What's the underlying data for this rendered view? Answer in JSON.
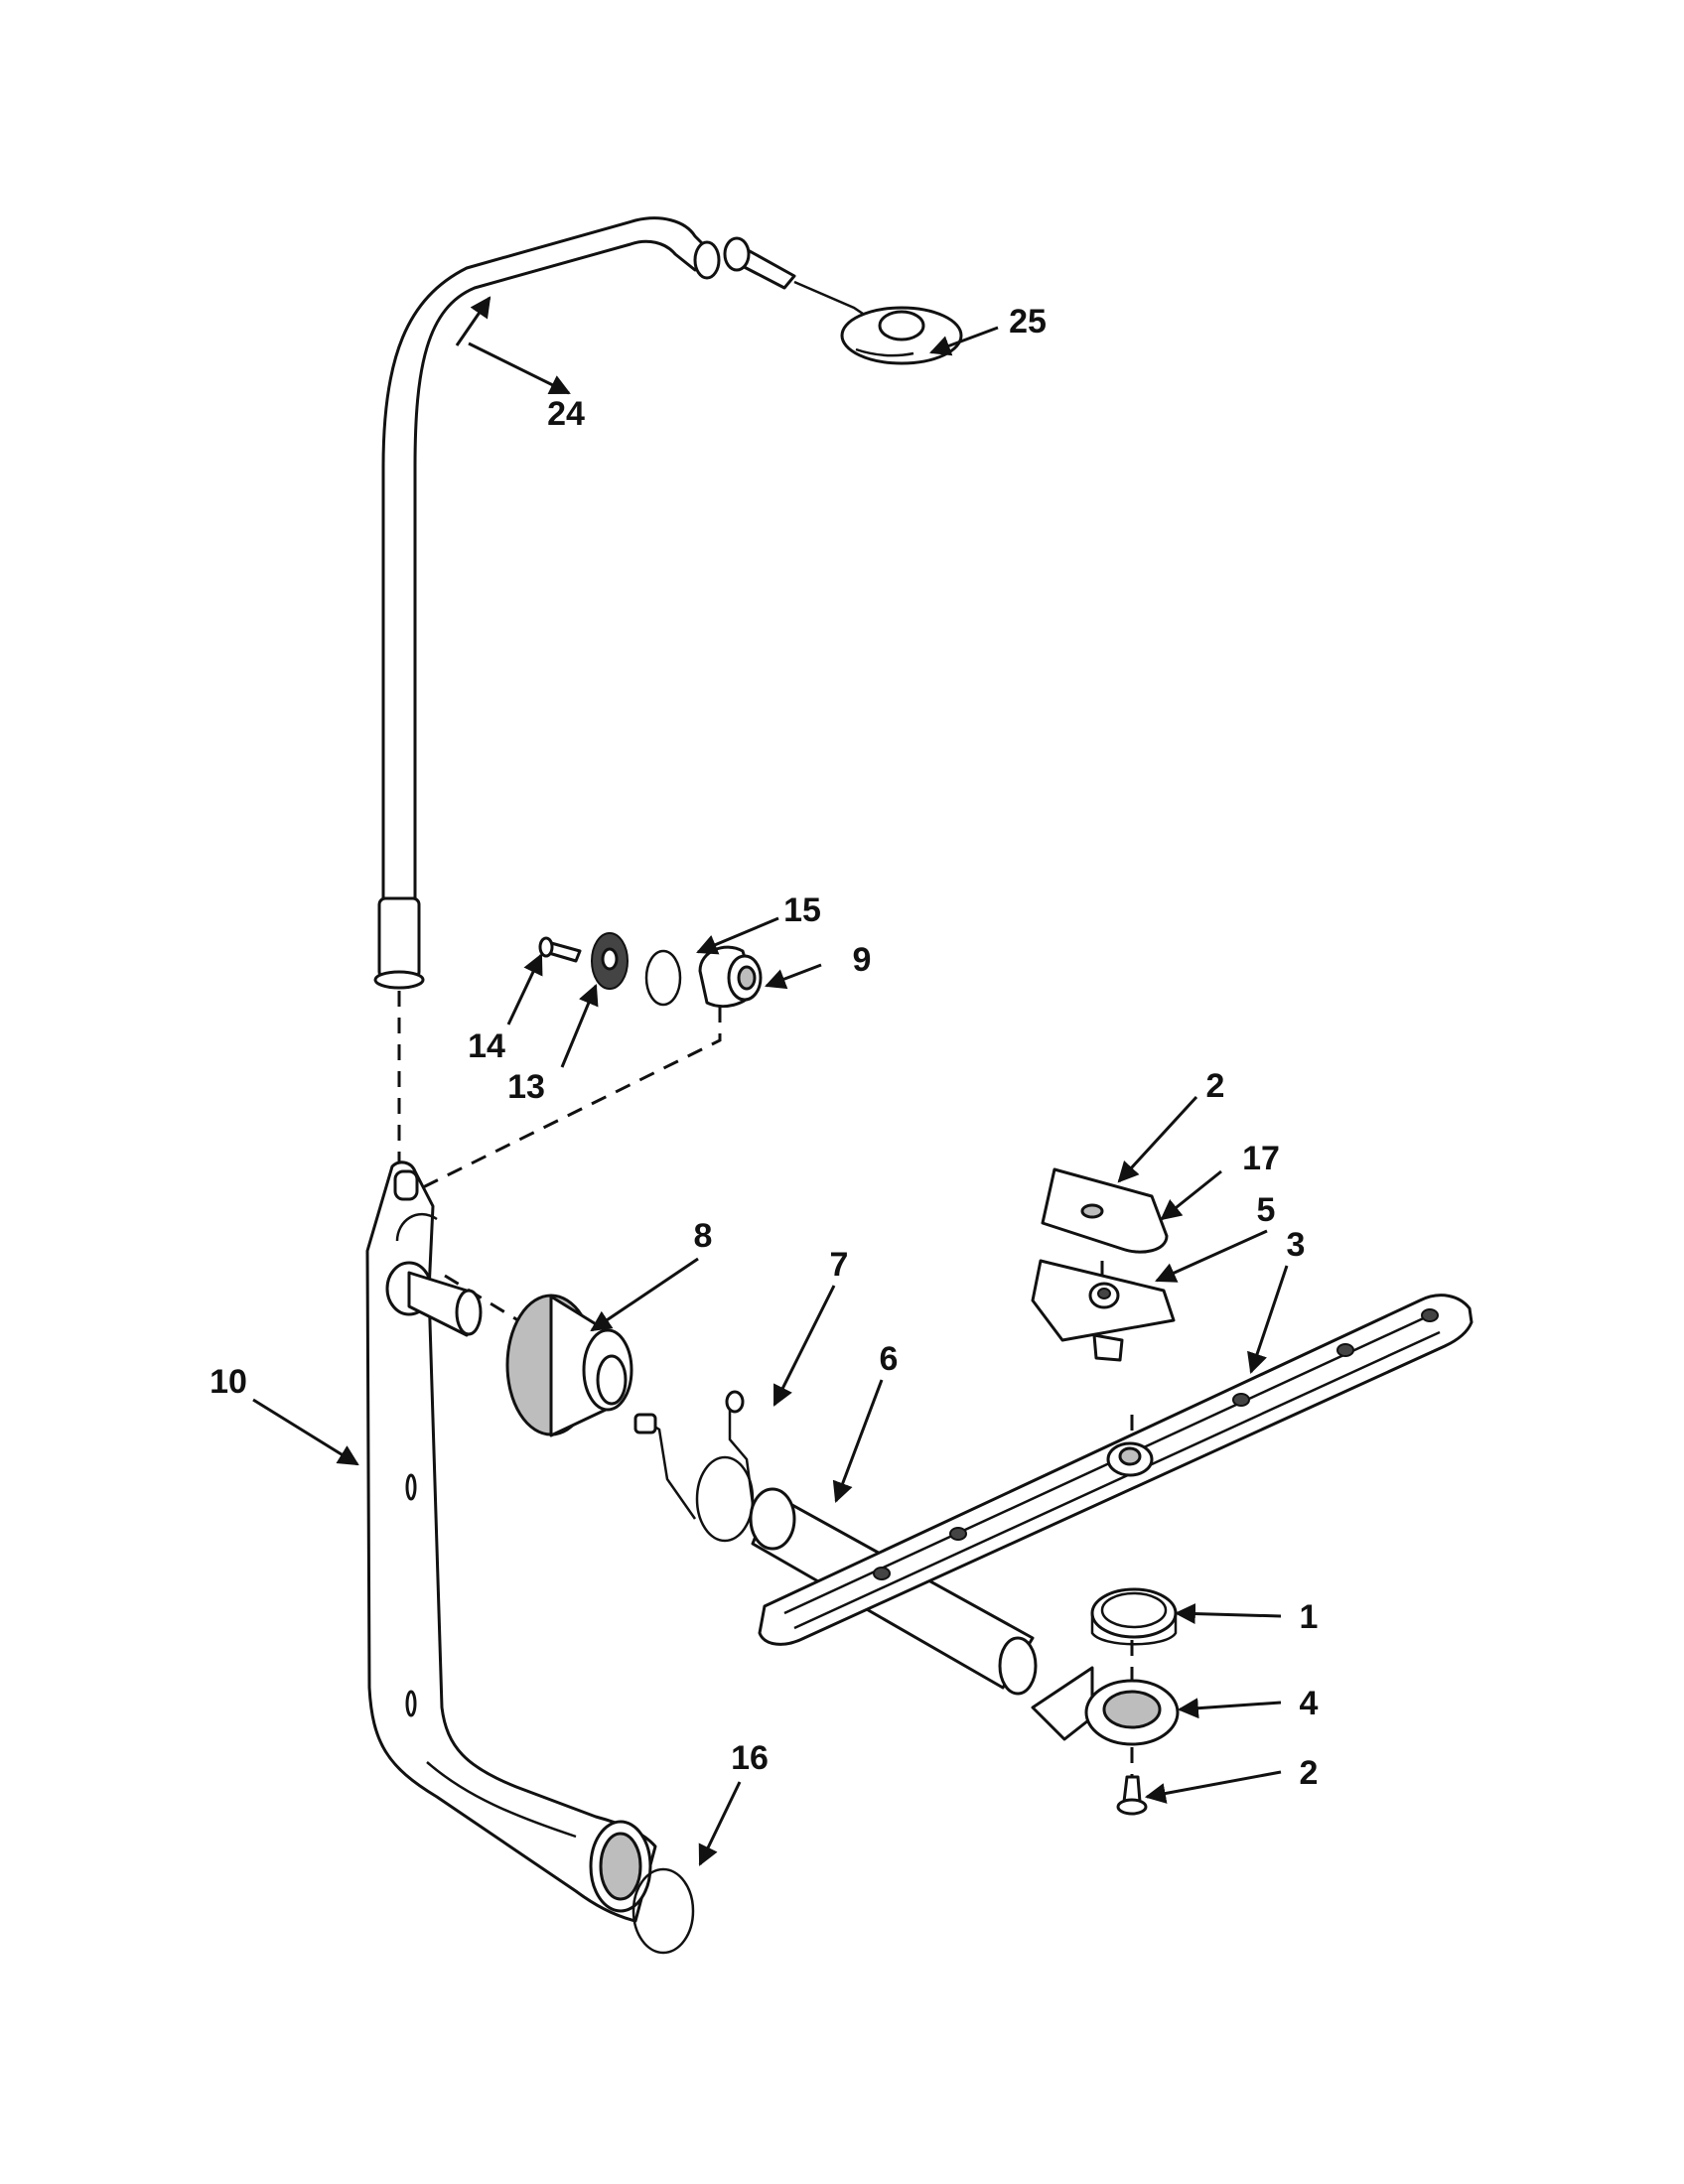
{
  "diagram": {
    "callouts": {
      "c1": "1",
      "c2a": "2",
      "c2b": "2",
      "c3": "3",
      "c4": "4",
      "c5": "5",
      "c6": "6",
      "c7": "7",
      "c8": "8",
      "c9": "9",
      "c10": "10",
      "c13": "13",
      "c14": "14",
      "c15": "15",
      "c16": "16",
      "c17": "17",
      "c24": "24",
      "c25": "25"
    }
  }
}
